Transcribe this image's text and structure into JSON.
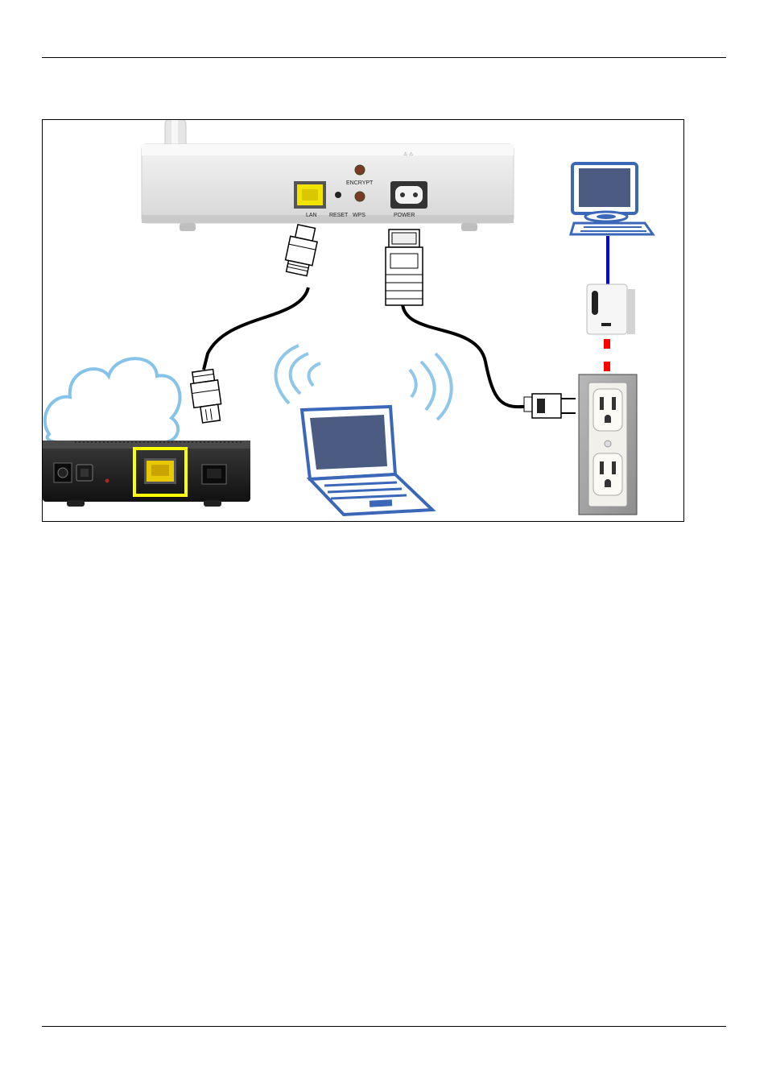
{
  "figure": {
    "ap_labels": {
      "lan": "LAN",
      "reset": "RESET",
      "wps": "WPS",
      "encrypt": "ENCRYPT",
      "power": "POWER"
    }
  },
  "colors": {
    "cable": "#000000",
    "lan_port_highlight": "#ffff00",
    "ethernet_link": "#0000ff",
    "powerline_link": "#ff0000",
    "laptop_blue": "#3b67b8"
  }
}
